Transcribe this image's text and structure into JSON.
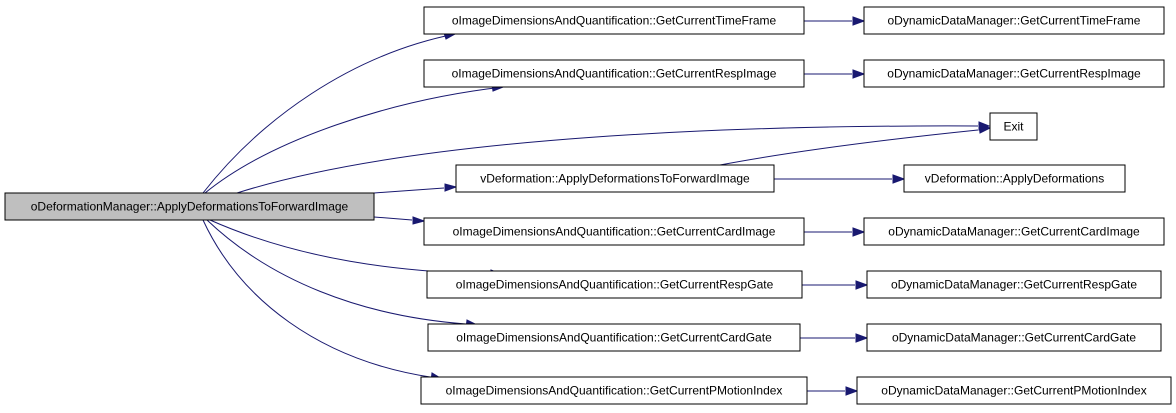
{
  "graph": {
    "nodes": [
      {
        "id": "root",
        "label": "oDeformationManager::ApplyDeformationsToForwardImage",
        "highlighted": true
      },
      {
        "id": "n1",
        "label": "oImageDimensionsAndQuantification::GetCurrentTimeFrame"
      },
      {
        "id": "n2",
        "label": "oDynamicDataManager::GetCurrentTimeFrame"
      },
      {
        "id": "n3",
        "label": "oImageDimensionsAndQuantification::GetCurrentRespImage"
      },
      {
        "id": "n4",
        "label": "oDynamicDataManager::GetCurrentRespImage"
      },
      {
        "id": "n5",
        "label": "Exit"
      },
      {
        "id": "n6",
        "label": "vDeformation::ApplyDeformationsToForwardImage"
      },
      {
        "id": "n7",
        "label": "vDeformation::ApplyDeformations"
      },
      {
        "id": "n8",
        "label": "oImageDimensionsAndQuantification::GetCurrentCardImage"
      },
      {
        "id": "n9",
        "label": "oDynamicDataManager::GetCurrentCardImage"
      },
      {
        "id": "n10",
        "label": "oImageDimensionsAndQuantification::GetCurrentRespGate"
      },
      {
        "id": "n11",
        "label": "oDynamicDataManager::GetCurrentRespGate"
      },
      {
        "id": "n12",
        "label": "oImageDimensionsAndQuantification::GetCurrentCardGate"
      },
      {
        "id": "n13",
        "label": "oDynamicDataManager::GetCurrentCardGate"
      },
      {
        "id": "n14",
        "label": "oImageDimensionsAndQuantification::GetCurrentPMotionIndex"
      },
      {
        "id": "n15",
        "label": "oDynamicDataManager::GetCurrentPMotionIndex"
      }
    ],
    "edges": [
      {
        "from": "root",
        "to": "n1"
      },
      {
        "from": "root",
        "to": "n3"
      },
      {
        "from": "root",
        "to": "n5"
      },
      {
        "from": "root",
        "to": "n6"
      },
      {
        "from": "root",
        "to": "n8"
      },
      {
        "from": "root",
        "to": "n10"
      },
      {
        "from": "root",
        "to": "n12"
      },
      {
        "from": "root",
        "to": "n14"
      },
      {
        "from": "n1",
        "to": "n2"
      },
      {
        "from": "n3",
        "to": "n4"
      },
      {
        "from": "n6",
        "to": "n5"
      },
      {
        "from": "n6",
        "to": "n7"
      },
      {
        "from": "n8",
        "to": "n9"
      },
      {
        "from": "n10",
        "to": "n11"
      },
      {
        "from": "n12",
        "to": "n13"
      },
      {
        "from": "n14",
        "to": "n15"
      }
    ],
    "colors": {
      "edge": "#191970",
      "node_fill": "#ffffff",
      "highlight_fill": "#bfbfbf",
      "border": "#000000"
    }
  }
}
